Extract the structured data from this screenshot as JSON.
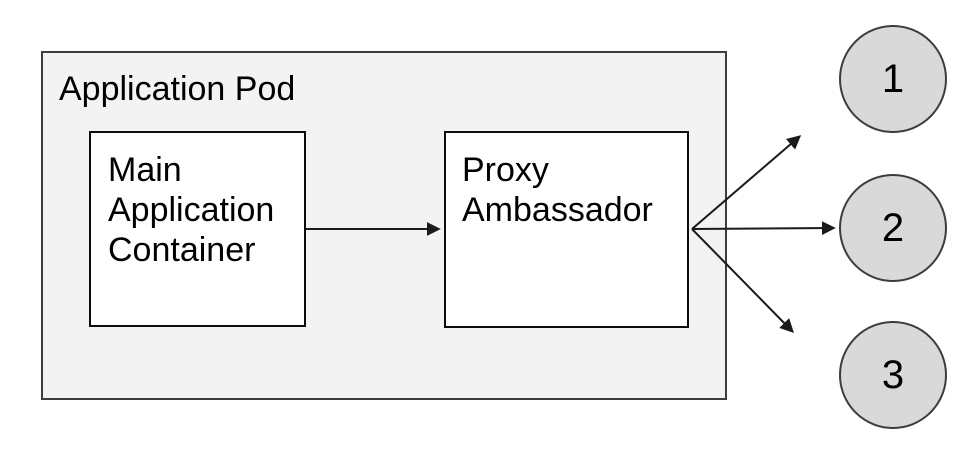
{
  "diagram": {
    "pod": {
      "label": "Application Pod"
    },
    "nodes": [
      {
        "id": "main-application-container",
        "label": "Main Application Container"
      },
      {
        "id": "proxy-ambassador",
        "label": "Proxy Ambassador"
      }
    ],
    "endpoints": [
      {
        "label": "1"
      },
      {
        "label": "2"
      },
      {
        "label": "3"
      }
    ],
    "connections": [
      {
        "from": "main-application-container",
        "to": "proxy-ambassador"
      },
      {
        "from": "proxy-ambassador",
        "to": "1"
      },
      {
        "from": "proxy-ambassador",
        "to": "2"
      },
      {
        "from": "proxy-ambassador",
        "to": "3"
      }
    ],
    "colors": {
      "pod_fill": "#f3f3f3",
      "pod_border": "#3d3d3d",
      "node_fill": "#ffffff",
      "node_border": "#0d0d0d",
      "endpoint_fill": "#d9d9d9",
      "endpoint_border": "#3d3d3d",
      "arrow": "#1a1a1a",
      "text": "#000000"
    }
  }
}
